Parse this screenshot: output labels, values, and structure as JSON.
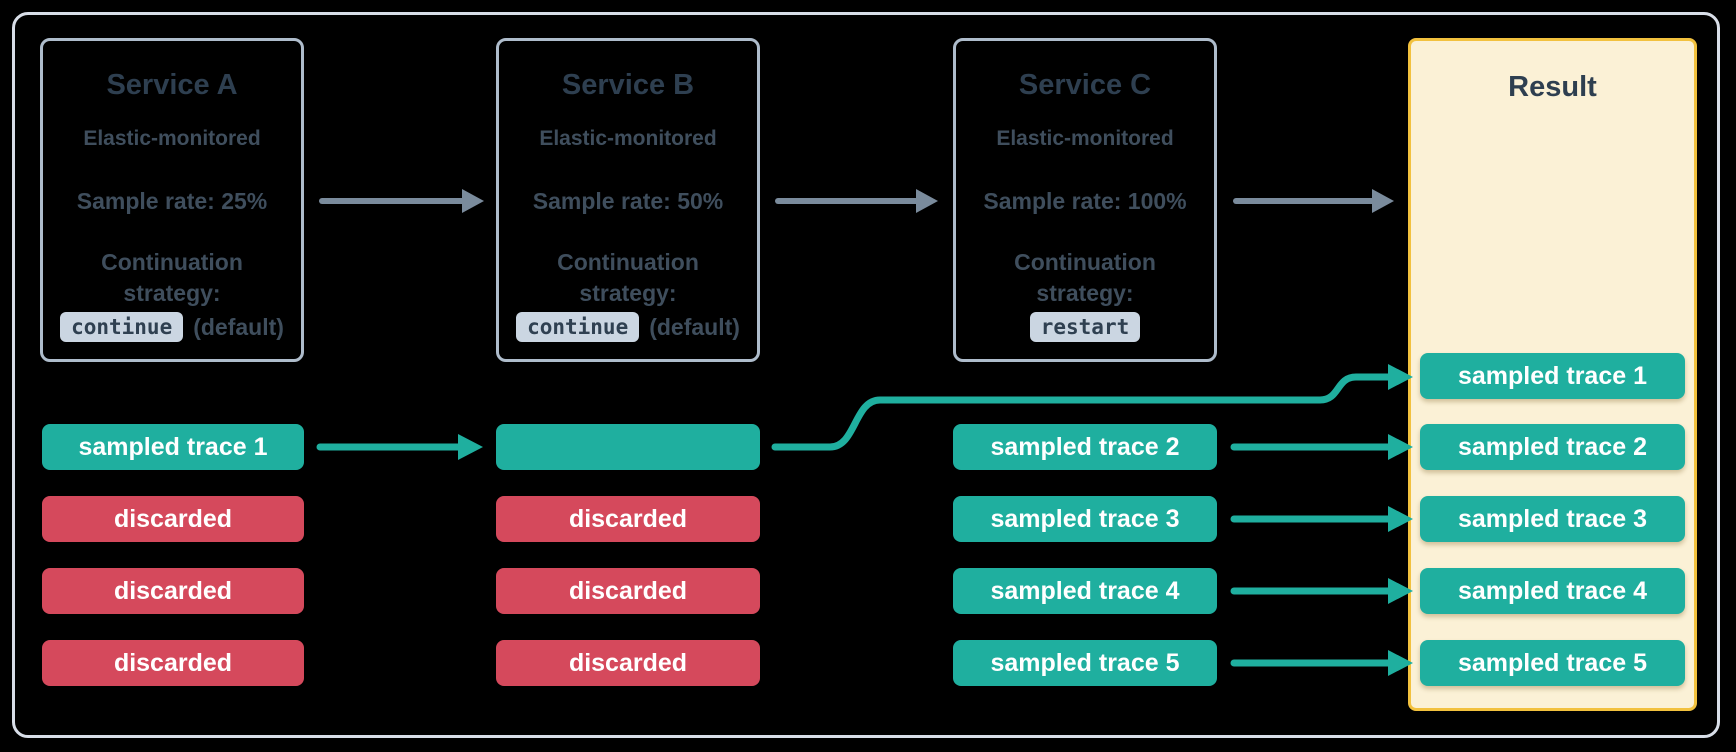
{
  "colors": {
    "background": "#000000",
    "frame_border": "#D8DEE8",
    "service_border": "#AEBCCB",
    "sampled_teal": "#1FAF9F",
    "discarded_red": "#D5495C",
    "result_bg": "#FBF1D6",
    "result_border": "#F2C13E",
    "arrow_gray": "#7A8B9C",
    "title_text": "#2E3F50",
    "body_text": "#3F4E5D",
    "badge_bg": "#CBD6E2",
    "badge_text": "#2F4051",
    "trace_text": "#FFFFFF"
  },
  "services": [
    {
      "title": "Service A",
      "monitoring": "Elastic-monitored",
      "sample_rate": "Sample rate: 25%",
      "continuation_line1": "Continuation",
      "continuation_line2": "strategy:",
      "strategy_code": "continue",
      "strategy_note": "(default)"
    },
    {
      "title": "Service B",
      "monitoring": "Elastic-monitored",
      "sample_rate": "Sample rate: 50%",
      "continuation_line1": "Continuation",
      "continuation_line2": "strategy:",
      "strategy_code": "continue",
      "strategy_note": "(default)"
    },
    {
      "title": "Service C",
      "monitoring": "Elastic-monitored",
      "sample_rate": "Sample rate: 100%",
      "continuation_line1": "Continuation",
      "continuation_line2": "strategy:",
      "strategy_code": "restart",
      "strategy_note": ""
    }
  ],
  "trace_rows": {
    "service_a": [
      "sampled trace 1",
      "discarded",
      "discarded",
      "discarded"
    ],
    "service_b": [
      "",
      "discarded",
      "discarded",
      "discarded"
    ],
    "service_c": [
      "sampled trace 2",
      "sampled trace 3",
      "sampled trace 4",
      "sampled trace 5"
    ]
  },
  "result": {
    "title": "Result",
    "traces": [
      "sampled trace 1",
      "sampled trace 2",
      "sampled trace 3",
      "sampled trace 4",
      "sampled trace 5"
    ]
  }
}
